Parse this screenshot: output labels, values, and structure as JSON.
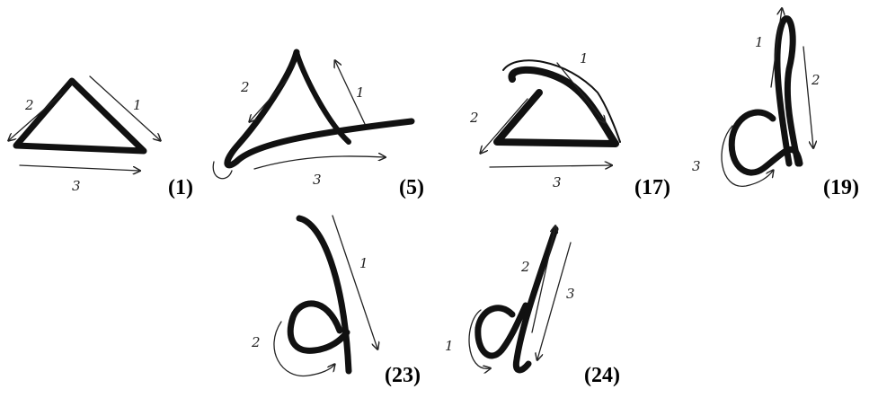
{
  "figures": [
    {
      "id": "fig-1",
      "label": "(1)",
      "steps": [
        "1",
        "2",
        "3"
      ]
    },
    {
      "id": "fig-5",
      "label": "(5)",
      "steps": [
        "1",
        "2",
        "3"
      ]
    },
    {
      "id": "fig-17",
      "label": "(17)",
      "steps": [
        "1",
        "2",
        "3"
      ]
    },
    {
      "id": "fig-19",
      "label": "(19)",
      "steps": [
        "1",
        "2",
        "3"
      ]
    },
    {
      "id": "fig-23",
      "label": "(23)",
      "steps": [
        "1",
        "2"
      ]
    },
    {
      "id": "fig-24",
      "label": "(24)",
      "steps": [
        "1",
        "2",
        "3"
      ]
    }
  ]
}
